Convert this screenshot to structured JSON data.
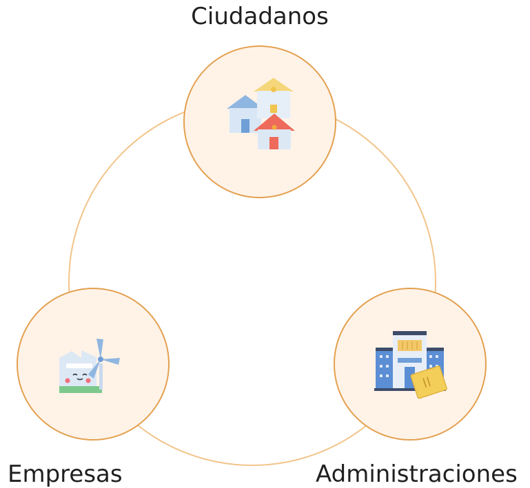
{
  "colors": {
    "ring": "#f2c48a",
    "node_fill": "#fff3e8",
    "node_border": "#e3a04f",
    "text": "#1f1f1f"
  },
  "nodes": [
    {
      "label": "Ciudadanos",
      "icon": "houses-icon"
    },
    {
      "label": "Empresas",
      "icon": "factory-wind-turbine-icon"
    },
    {
      "label": "Administraciones",
      "icon": "government-building-document-icon"
    }
  ]
}
